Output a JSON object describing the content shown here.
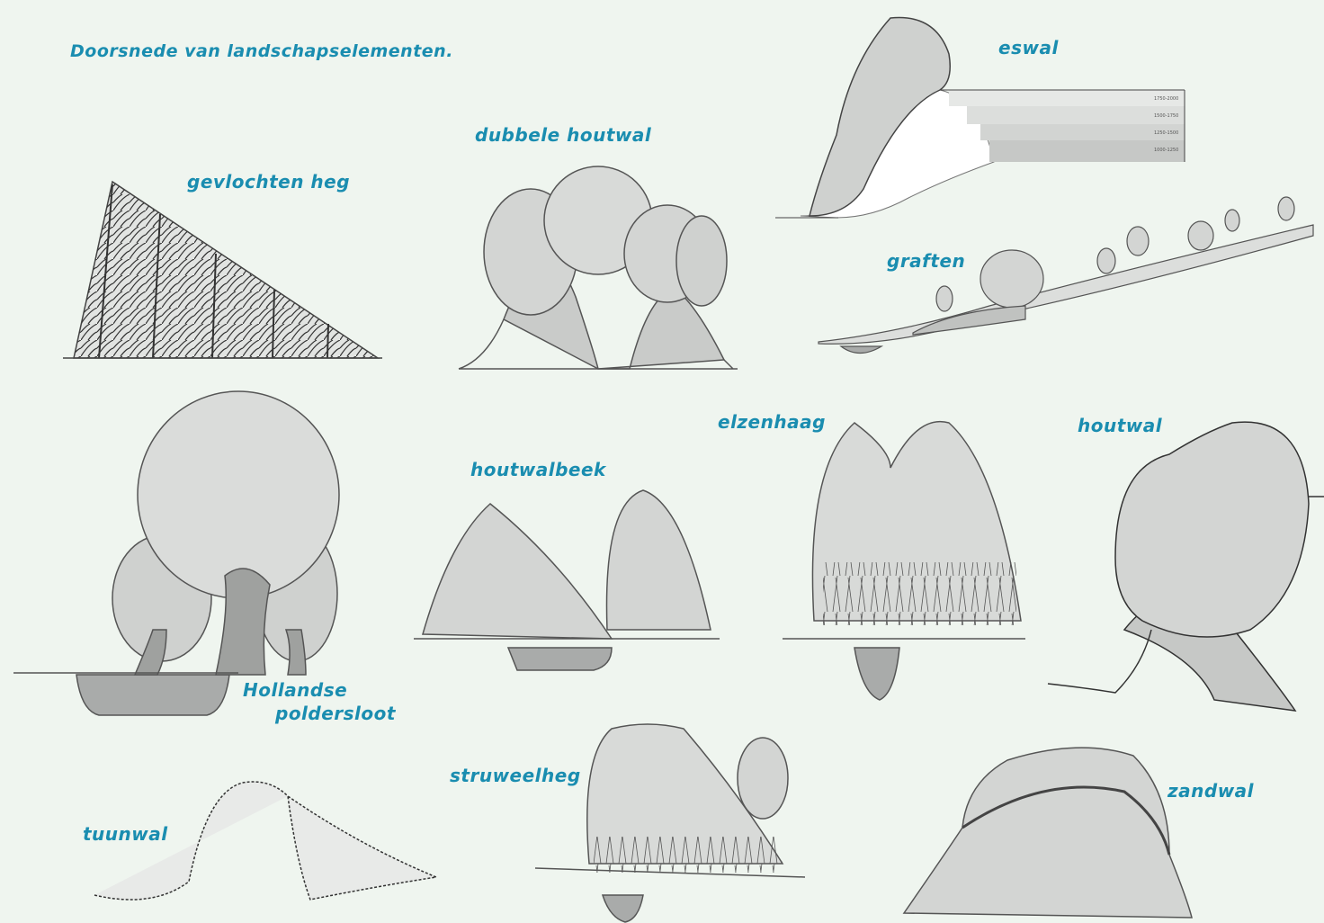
{
  "title": "Doorsnede van landschapselementen.",
  "labels": {
    "gevlochten_heg": "gevlochten heg",
    "dubbele_houtwal": "dubbele houtwal",
    "eswal": "eswal",
    "graften": "graften",
    "elzenhaag": "elzenhaag",
    "houtwal": "houtwal",
    "houtwalbeek": "houtwalbeek",
    "hollandse_line1": "Hollandse",
    "hollandse_line2": "poldersloot",
    "struweelheg": "struweelheg",
    "zandwal": "zandwal",
    "tuunwal": "tuunwal"
  },
  "eswal_legend": [
    "1750-2000",
    "1500-1750",
    "1250-1500",
    "1000-1250"
  ],
  "colors": {
    "background": "#eff5ef",
    "label": "#1a8db0",
    "foliage": "#d3d5d3",
    "foliage_dark": "#b5b8b5",
    "outline": "#333333",
    "water": "#a9abaa"
  }
}
